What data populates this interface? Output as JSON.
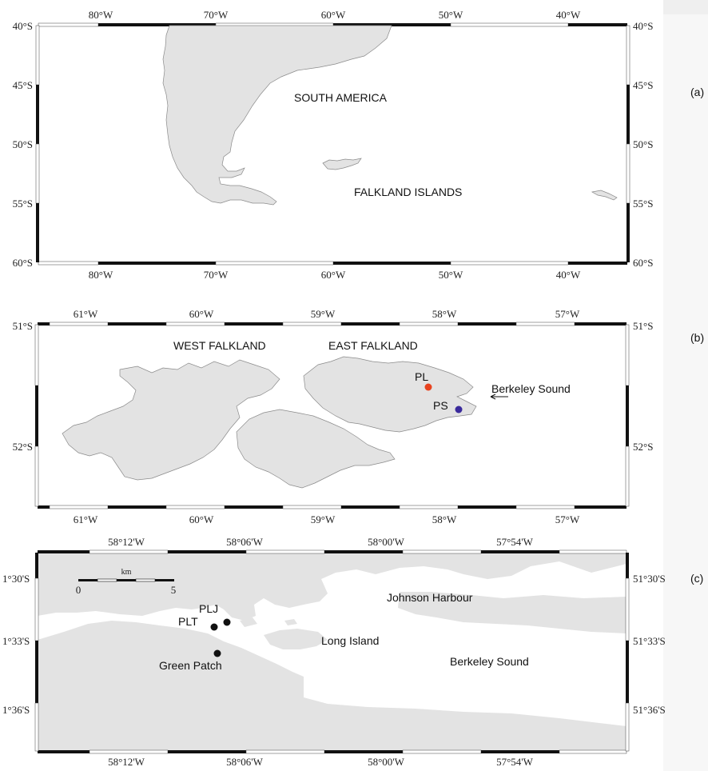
{
  "panels": {
    "a": {
      "label": "(a)",
      "lon_ticks": [
        "80°W",
        "70°W",
        "60°W",
        "50°W",
        "40°W"
      ],
      "lat_ticks": [
        "40°S",
        "45°S",
        "50°S",
        "55°S",
        "60°S"
      ],
      "place_names": {
        "continent": "SOUTH AMERICA",
        "islands": "FALKLAND ISLANDS"
      }
    },
    "b": {
      "label": "(b)",
      "lon_ticks": [
        "61°W",
        "60°W",
        "59°W",
        "58°W",
        "57°W"
      ],
      "lat_ticks": [
        "51°S",
        "52°S"
      ],
      "place_names": {
        "west": "WEST FALKLAND",
        "east": "EAST FALKLAND",
        "sound": "Berkeley Sound"
      },
      "sites": [
        {
          "name": "PL",
          "color": "#e8431f"
        },
        {
          "name": "PS",
          "color": "#3a2a9c"
        }
      ]
    },
    "c": {
      "label": "(c)",
      "lon_ticks": [
        "58°12'W",
        "58°06'W",
        "58°00'W",
        "57°54'W"
      ],
      "lat_ticks_left": [
        "1°30'S",
        "1°33'S",
        "1°36'S"
      ],
      "lat_ticks_right": [
        "51°30'S",
        "51°33'S",
        "51°36'S"
      ],
      "scale_bar": {
        "unit": "km",
        "start": "0",
        "end": "5"
      },
      "place_names": {
        "harbour": "Johnson Harbour",
        "island": "Long Island",
        "sound": "Berkeley Sound",
        "patch": "Green Patch"
      },
      "sites": [
        {
          "name": "PLJ",
          "color": "#111111"
        },
        {
          "name": "PLT",
          "color": "#111111"
        },
        {
          "name": "Green Patch",
          "color": "#111111"
        }
      ]
    }
  }
}
